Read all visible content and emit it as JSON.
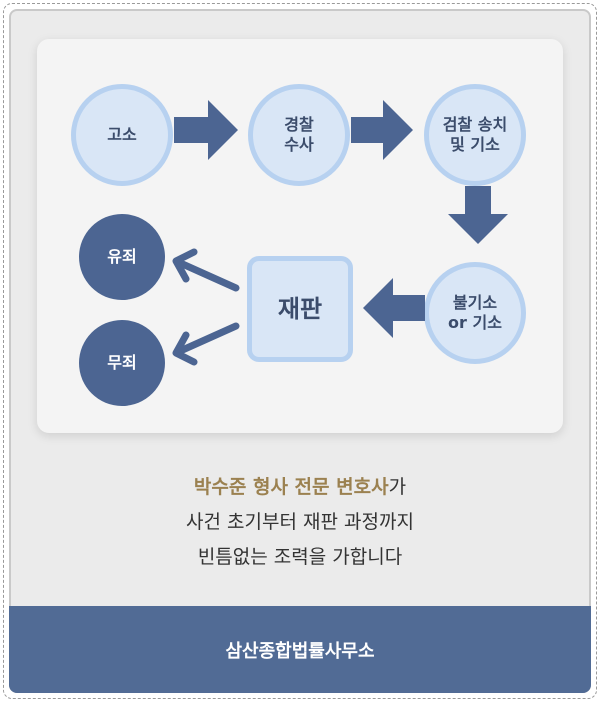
{
  "diagram": {
    "nodes": {
      "complaint": "고소",
      "police_investigation": [
        "경찰",
        "수사"
      ],
      "prosecution_referral": [
        "검찰 송치",
        "및 기소"
      ],
      "non_prosecution": [
        "불기소",
        "or 기소"
      ],
      "trial": "재판",
      "guilty": "유죄",
      "not_guilty": "무죄"
    },
    "colors": {
      "light_fill": "#d9e6f6",
      "light_border": "#b7d1f0",
      "dark_fill": "#4c6592",
      "arrow": "#4c6592"
    }
  },
  "caption": {
    "highlight": "박수준 형사 전문 변호사",
    "line1_rest": "가",
    "line2": "사건 초기부터 재판 과정까지",
    "line3": "빈틈없는 조력을 가합니다"
  },
  "footer": {
    "firm_name": "삼산종합법률사무소"
  }
}
